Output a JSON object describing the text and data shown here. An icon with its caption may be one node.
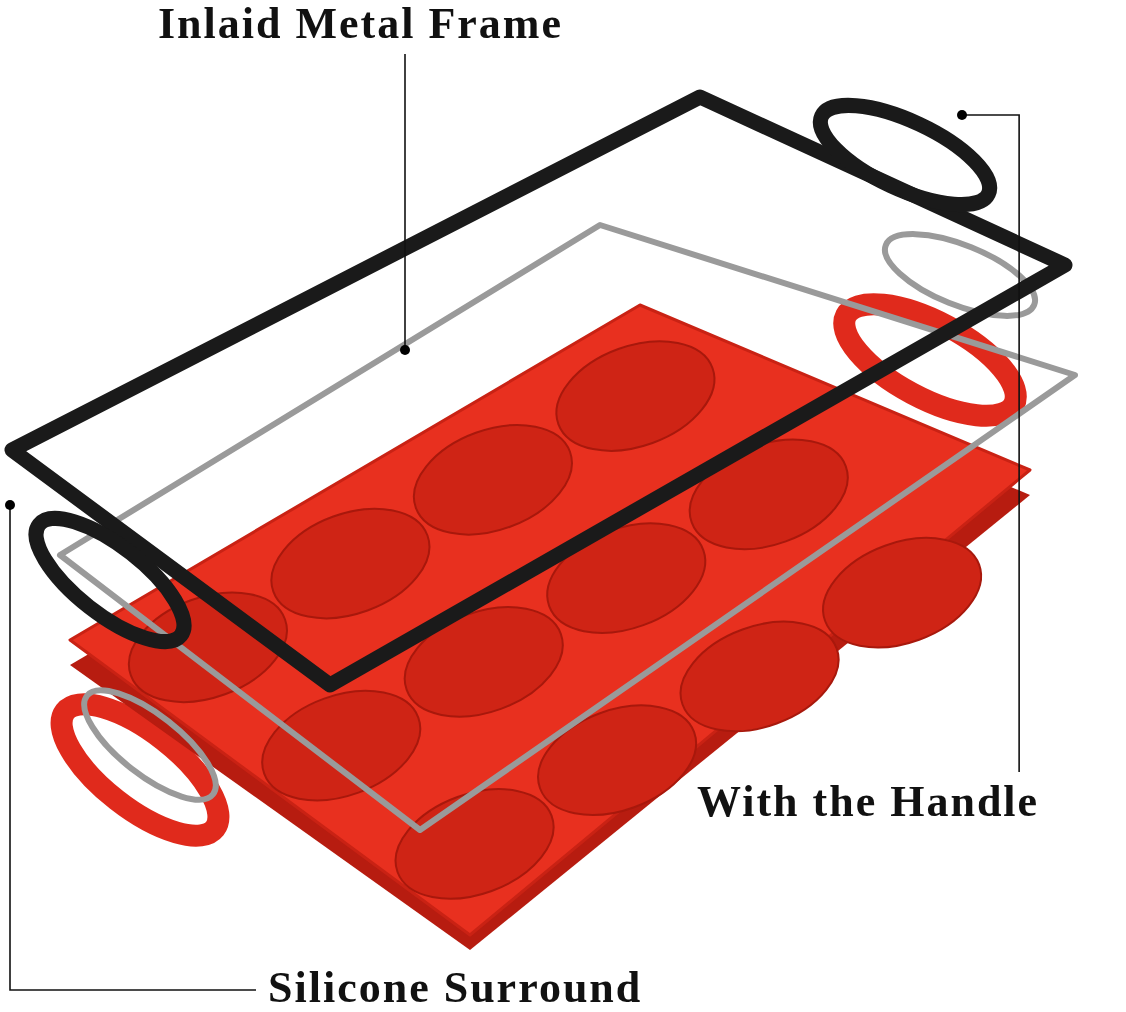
{
  "diagram": {
    "nodes": [
      {
        "text": [
          "Inlaid Metal Frame"
        ]
      },
      {
        "text": [],
        "shape": "picture"
      },
      {
        "text": [
          "With the Handle"
        ]
      },
      {
        "text": [],
        "shape": "circle"
      },
      {
        "text": [
          "Silicone Surround"
        ]
      },
      {
        "text": [],
        "shape": "picture"
      }
    ],
    "edges": [
      {
        "from": 0,
        "to": 1,
        "arrow": "other"
      },
      {
        "from": 2,
        "to": 3,
        "arrow": "other"
      },
      {
        "from": 4,
        "to": 5,
        "arrow": "other"
      }
    ]
  }
}
